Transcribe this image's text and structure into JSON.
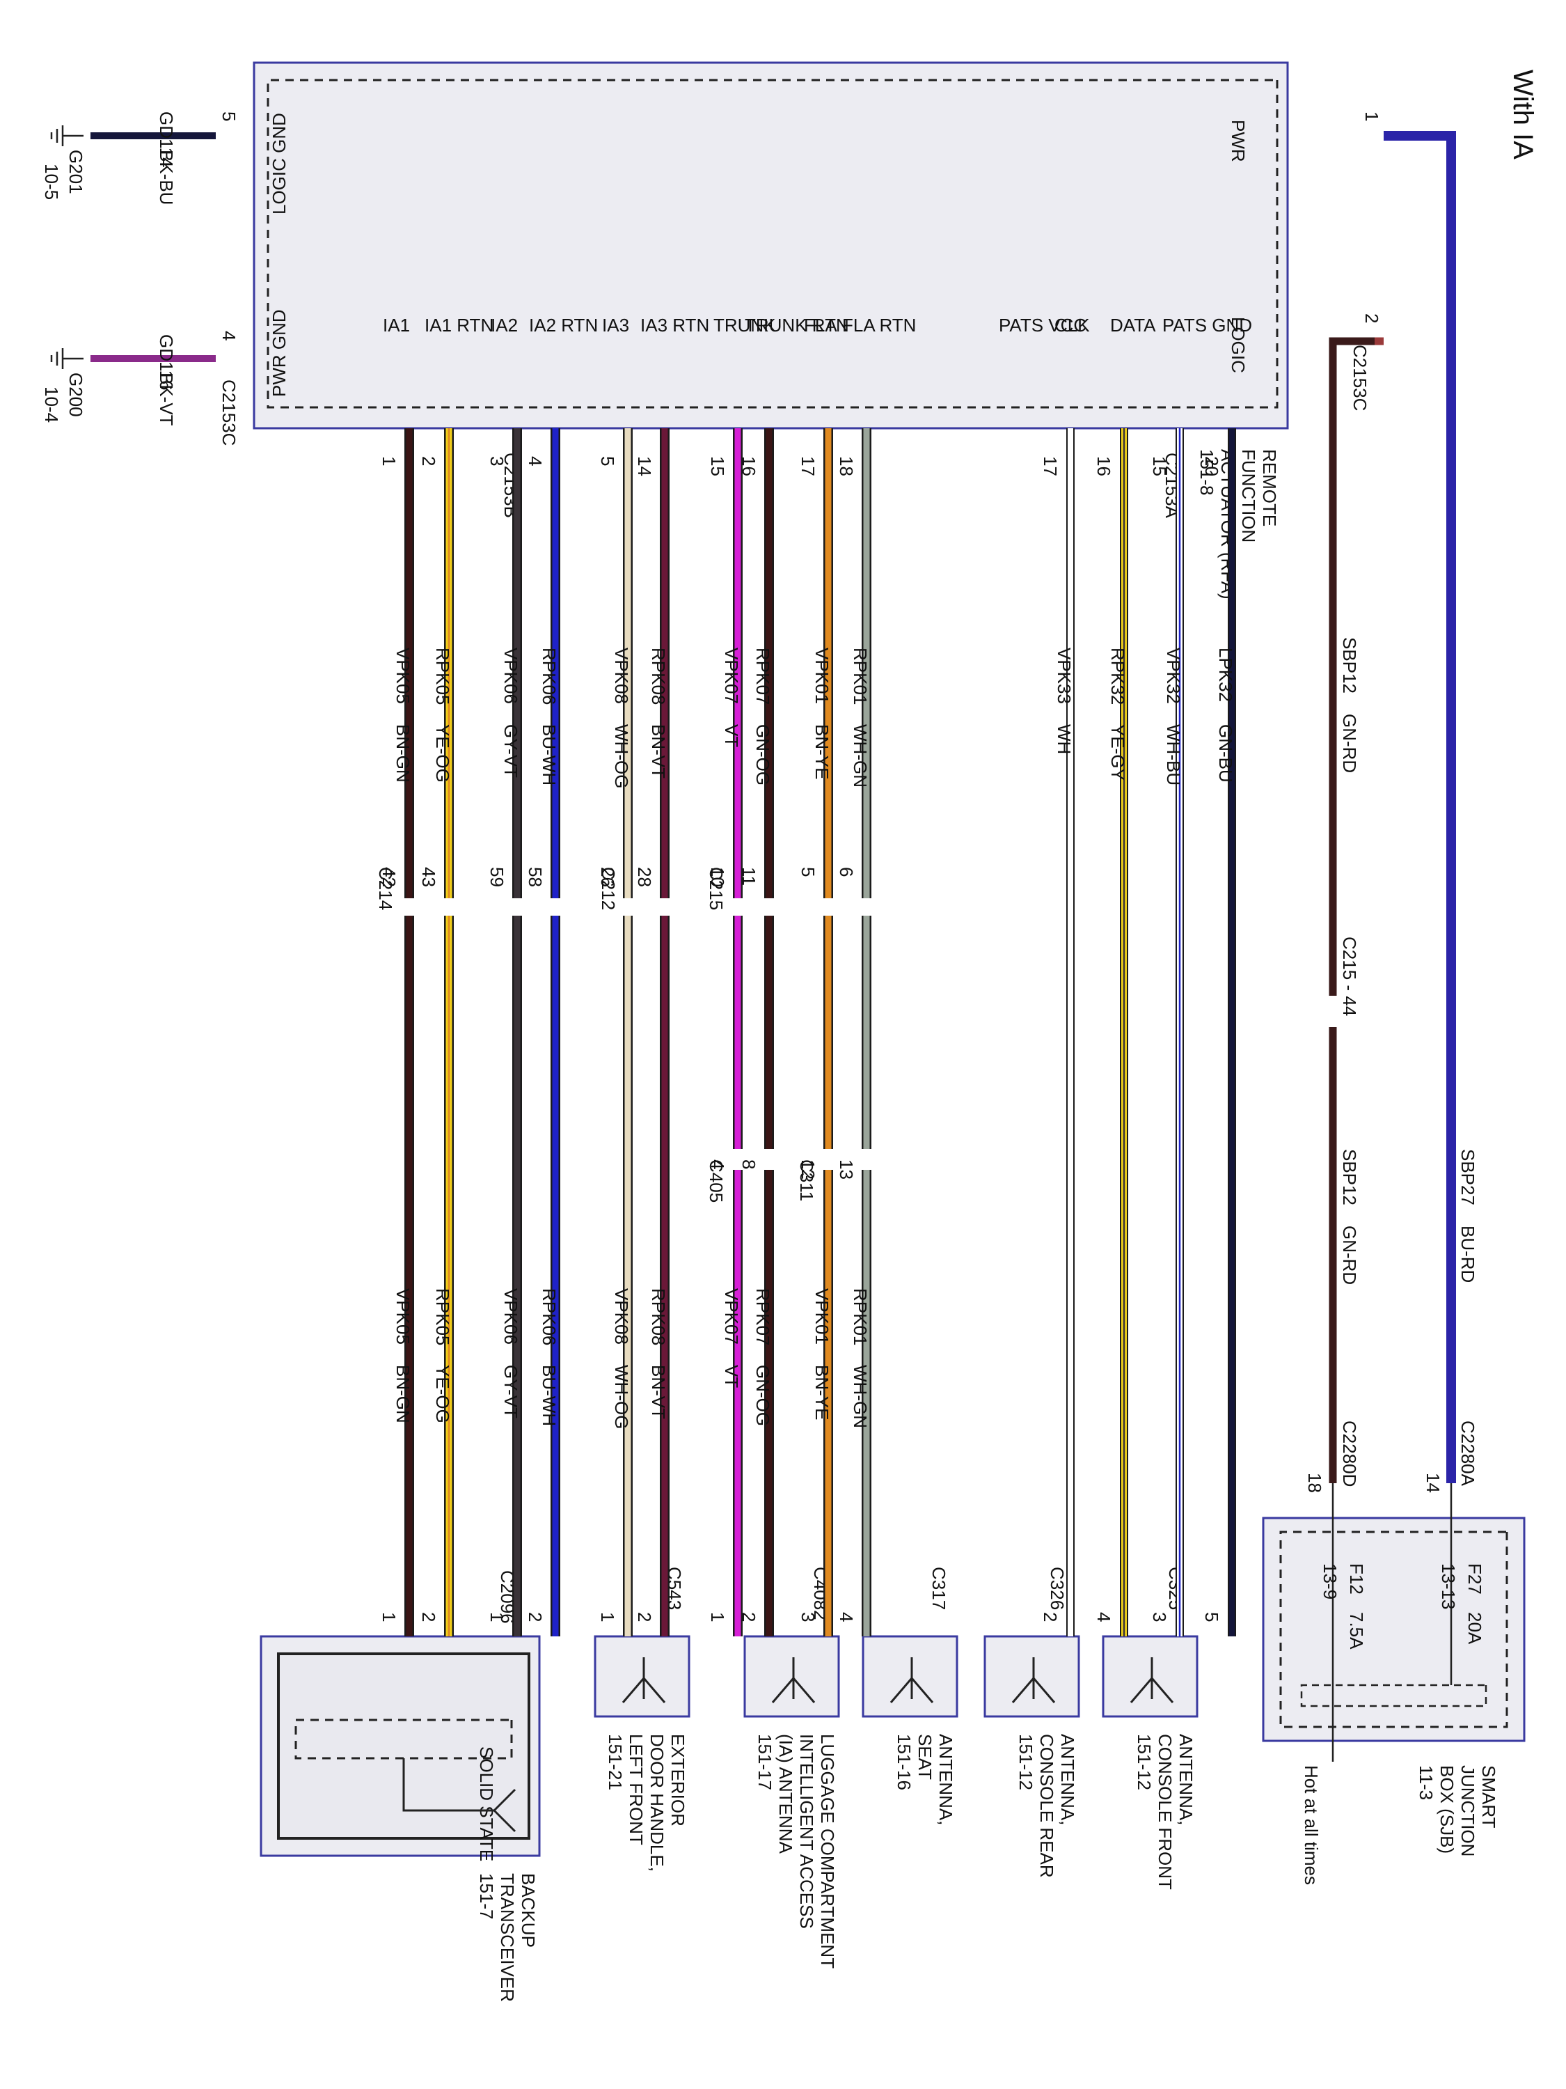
{
  "title": "With IA",
  "rfa": {
    "label": [
      "REMOTE",
      "FUNCTION",
      "ACTUATOR (RFA)",
      "151-8"
    ],
    "pins_left": [
      {
        "n": "1",
        "label": "PWR"
      },
      {
        "n": "2",
        "label": "LOGIC"
      }
    ],
    "conn_c2153c": "C2153C",
    "pins_right": [
      {
        "n": "5",
        "label": "LOGIC GND"
      },
      {
        "n": "4",
        "label": "PWR GND"
      }
    ],
    "conn_c2153a": "C2153A",
    "conn_c2153b": "C2153B",
    "pin_labels": [
      "IA1",
      "IA1 RTN",
      "IA2",
      "IA2 RTN",
      "IA3",
      "IA3 RTN",
      "TRUNK",
      "TRUNK RTN",
      "FLA",
      "FLA RTN",
      "PATS VCC",
      "CLK",
      "DATA",
      "PATS GND"
    ]
  },
  "grounds": [
    {
      "circuit": "GD114",
      "color": "BK-BU",
      "ground": "G201",
      "page": "10-5"
    },
    {
      "circuit": "GD116",
      "color": "BK-VT",
      "ground": "G200",
      "page": "10-4"
    }
  ],
  "sjb": {
    "label": [
      "SMART",
      "JUNCTION",
      "BOX (SJB)",
      "11-3"
    ],
    "note": "Hot at all times",
    "fuse1": {
      "id": "F27",
      "rating": "20A",
      "ref": "13-13"
    },
    "fuse2": {
      "id": "F12",
      "rating": "7.5A",
      "ref": "13-9"
    },
    "conn_a": "C2280A",
    "pin_a": "14",
    "conn_d": "C2280D",
    "pin_d": "18"
  },
  "power_wires": [
    {
      "circuit": "SBP27",
      "color": "BU-RD"
    },
    {
      "circuit": "SBP12",
      "color": "GN-RD"
    },
    {
      "circuit": "SBP12",
      "color": "GN-RD"
    }
  ],
  "inline_c215_44": "C215 - 44",
  "wires": [
    {
      "circuit": "VPK05",
      "color": "BN-GN",
      "rfa_pin": "1",
      "mid_pin": "42",
      "dev_pin": "1"
    },
    {
      "circuit": "RPK05",
      "color": "YE-OG",
      "rfa_pin": "2",
      "mid_pin": "43",
      "dev_pin": "2"
    },
    {
      "circuit": "VPK06",
      "color": "GY-VT",
      "rfa_pin": "3",
      "mid_pin": "59",
      "dev_pin": "1"
    },
    {
      "circuit": "RPK06",
      "color": "BU-WH",
      "rfa_pin": "4",
      "mid_pin": "58",
      "dev_pin": "2"
    },
    {
      "circuit": "VPK08",
      "color": "WH-OG",
      "rfa_pin": "5",
      "mid_pin": "26",
      "dev_pin": "1"
    },
    {
      "circuit": "RPK08",
      "color": "BN-VT",
      "rfa_pin": "14",
      "mid_pin": "28",
      "dev_pin": "2"
    },
    {
      "circuit": "VPK07",
      "color": "VT",
      "rfa_pin": "15",
      "mid_pin": "10",
      "mid2_pin": "4",
      "dev_pin": "1"
    },
    {
      "circuit": "RPK07",
      "color": "GN-OG",
      "rfa_pin": "16",
      "mid_pin": "11",
      "mid2_pin": "8",
      "dev_pin": "2"
    },
    {
      "circuit": "VPK01",
      "color": "BN-YE",
      "rfa_pin": "17",
      "mid_pin": "5",
      "mid2_pin": "12",
      "dev_pin": "3"
    },
    {
      "circuit": "RPK01",
      "color": "WH-GN",
      "rfa_pin": "18",
      "mid_pin": "6",
      "mid2_pin": "13",
      "dev_pin": "4"
    }
  ],
  "pats_wires": [
    {
      "circuit": "VPK33",
      "color": "WH",
      "rfa_pin": "17",
      "dev_pin": "2"
    },
    {
      "circuit": "RPK32",
      "color": "YE-GY",
      "rfa_pin": "16",
      "dev_pin": "4"
    },
    {
      "circuit": "VPK32",
      "color": "WH-BU",
      "rfa_pin": "15",
      "dev_pin": "3"
    },
    {
      "circuit": "LPK32",
      "color": "GN-BU",
      "rfa_pin": "20",
      "dev_pin": "5"
    }
  ],
  "inline": [
    "C214",
    "C212",
    "C215",
    "C311",
    "C405"
  ],
  "devices": [
    {
      "conn": "C325",
      "label": [
        "ANTENNA,",
        "CONSOLE FRONT",
        "151-12"
      ]
    },
    {
      "conn": "C326",
      "label": [
        "ANTENNA,",
        "CONSOLE REAR",
        "151-12"
      ]
    },
    {
      "conn": "C317",
      "label": [
        "ANTENNA,",
        "SEAT",
        "151-16"
      ]
    },
    {
      "conn": "C4082",
      "label": [
        "LUGGAGE COMPARTMENT",
        "INTELLIGENT ACCESS",
        "(IA) ANTENNA",
        "151-17"
      ]
    },
    {
      "conn": "C543",
      "label": [
        "EXTERIOR",
        "DOOR HANDLE,",
        "LEFT FRONT",
        "151-21"
      ]
    }
  ],
  "transceiver": {
    "conn": "C2096",
    "inner": "SOLID STATE",
    "label": [
      "BACKUP",
      "TRANSCEIVER",
      "151-7"
    ]
  },
  "wire_colors": {
    "bu_rd": "#2b24a8",
    "gn_rd": "#3a1a1a",
    "brown": "#3a1515",
    "yellow": "#f2d21a",
    "blue": "#1f22c8",
    "gy": "#3a3338",
    "cream": "#e8dcc0",
    "maroon": "#6a1838",
    "violet": "#d620d6",
    "orange": "#e08a20",
    "gray": "#9aa59a",
    "bk_bu": "#14163a",
    "bk_vt": "#8a2a8a",
    "wire_white": "#ffffff"
  }
}
